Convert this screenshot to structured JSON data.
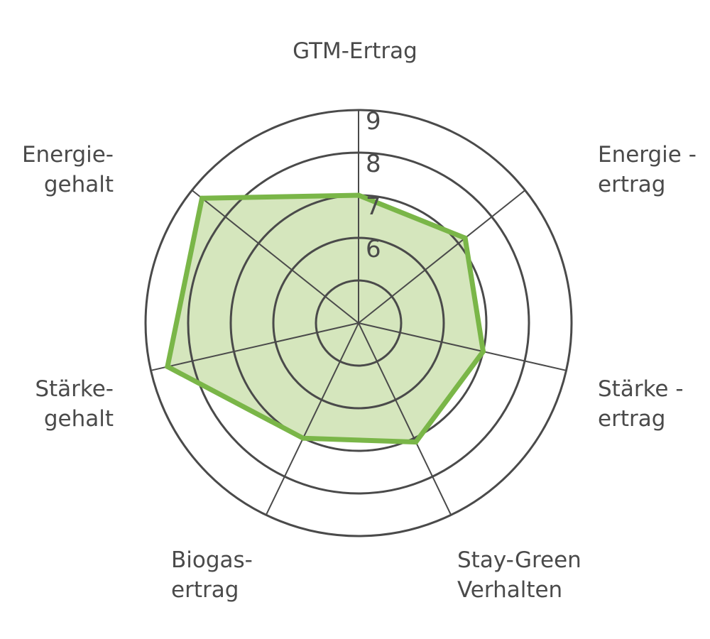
{
  "chart_data": {
    "type": "radar",
    "categories": [
      [
        "GTM-Ertrag"
      ],
      [
        "Energie -",
        "ertrag"
      ],
      [
        "Stärke -",
        "ertrag"
      ],
      [
        "Stay-Green",
        "Verhalten"
      ],
      [
        "Biogas-",
        "ertrag"
      ],
      [
        "Stärke-",
        "gehalt"
      ],
      [
        "Energie-",
        "gehalt"
      ]
    ],
    "rings": [
      5,
      6,
      7,
      8,
      9
    ],
    "tick_labels": [
      "6",
      "7",
      "8",
      "9"
    ],
    "rlim": [
      4,
      9
    ],
    "series": [
      {
        "values": [
          7.0,
          7.2,
          7.0,
          7.1,
          7.0,
          8.6,
          8.7
        ]
      }
    ],
    "colors": {
      "line": "#7ab648",
      "fill": "#d5e6bd",
      "grid": "#4a4a4a",
      "text": "#4a4a4a"
    }
  }
}
